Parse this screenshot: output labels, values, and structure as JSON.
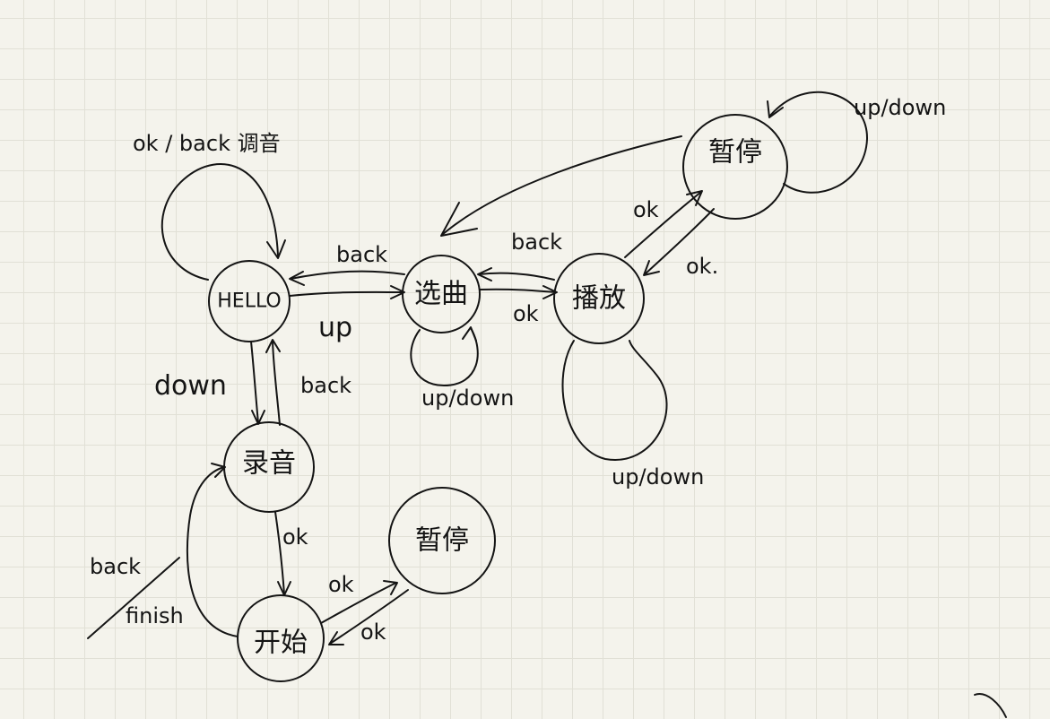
{
  "nodes": {
    "hello": "HELLO",
    "select_song": "选曲",
    "play": "播放",
    "pause_top": "暂停",
    "record": "录音",
    "start": "开始",
    "pause_bottom": "暂停"
  },
  "edges": {
    "hello_self": "ok / back 调音",
    "hello_to_select": "up",
    "select_to_hello": "back",
    "hello_to_record": "down",
    "record_to_hello": "back",
    "select_self": "up/down",
    "select_to_play": "ok",
    "play_to_select": "back",
    "play_to_pause": "ok",
    "pause_to_play": "ok.",
    "pause_self": "up/down",
    "play_self": "up/down",
    "record_to_start": "ok",
    "start_to_pause": "ok",
    "pause_to_start": "ok",
    "start_to_record_back": "back",
    "start_to_record_finish": "finish"
  }
}
